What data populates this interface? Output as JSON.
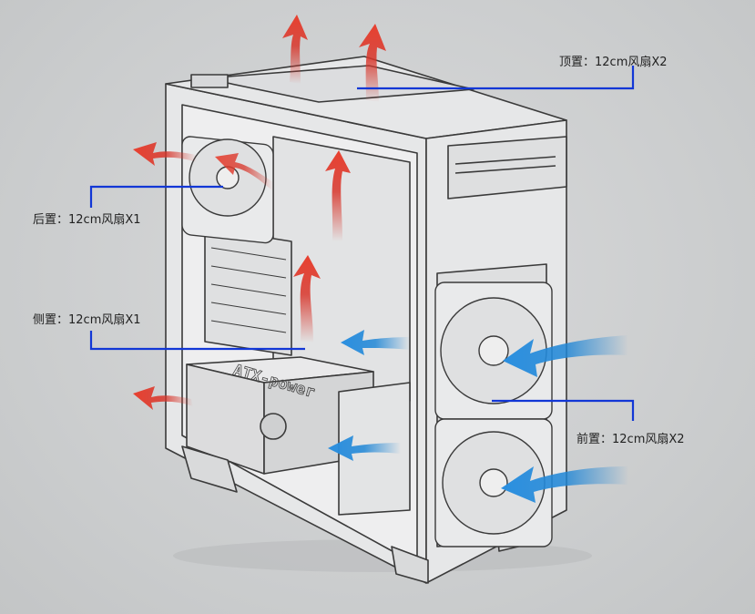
{
  "labels": {
    "top": "顶置：12cm风扇X2",
    "rear": "后置：12cm风扇X1",
    "side": "侧置：12cm风扇X1",
    "front": "前置：12cm风扇X2"
  },
  "psu_text": "ATX-power",
  "colors": {
    "callout_line": "#1237d6",
    "exhaust_arrow": "#d8352a",
    "intake_arrow": "#1f86d6",
    "case_stroke": "#3a3a3a",
    "case_fill": "#e6e7e8"
  },
  "icons": [
    "exhaust-arrow-icon",
    "intake-arrow-icon",
    "fan-icon"
  ]
}
